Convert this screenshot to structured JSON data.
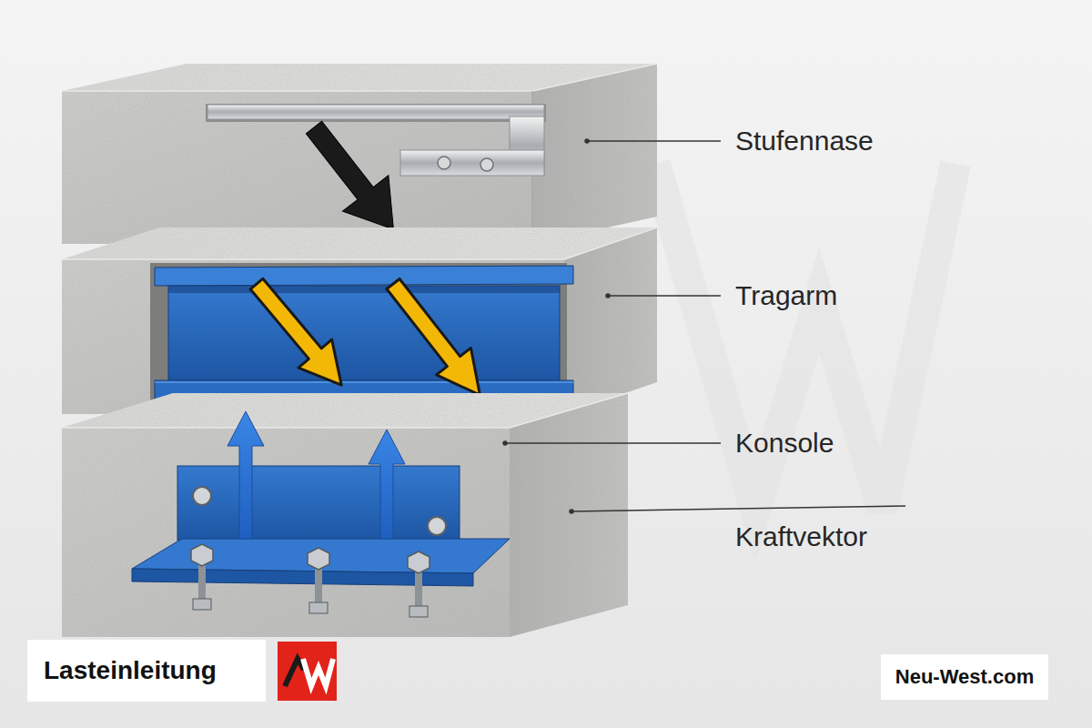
{
  "diagram": {
    "title": "Lasteinleitung",
    "labels": [
      "Stufennase",
      "Tragarm",
      "Konsole",
      "Kraftvektor",
      "Neu-West.com"
    ]
  }
}
